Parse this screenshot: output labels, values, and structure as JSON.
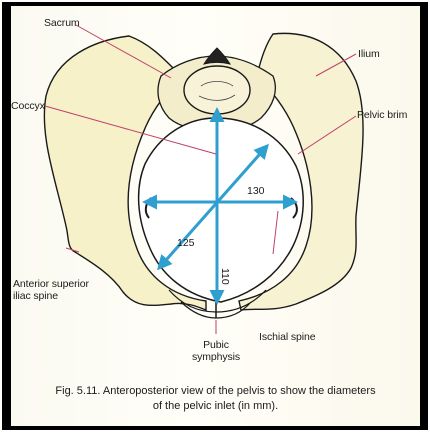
{
  "labels": {
    "sacrum": "Sacrum",
    "ilium": "Ilium",
    "coccyx": "Coccyx",
    "pelvic_brim": "Pelvic brim",
    "asis": "Anterior superior\niliac spine",
    "ischial_spine": "Ischial spine",
    "pubic_symphysis": "Pubic\nsymphysis"
  },
  "measurements": {
    "transverse": "130",
    "oblique": "125",
    "anteroposterior": "110"
  },
  "caption": {
    "line1": "Fig. 5.11. Anteroposterior view of the pelvis to show the diameters",
    "line2": "of the pelvic inlet (in mm)."
  },
  "colors": {
    "arrow": "#2f9fd0",
    "bone_fill": "#f6f1c8",
    "outline": "#1a1a1a",
    "pointer": "#c0406a"
  }
}
